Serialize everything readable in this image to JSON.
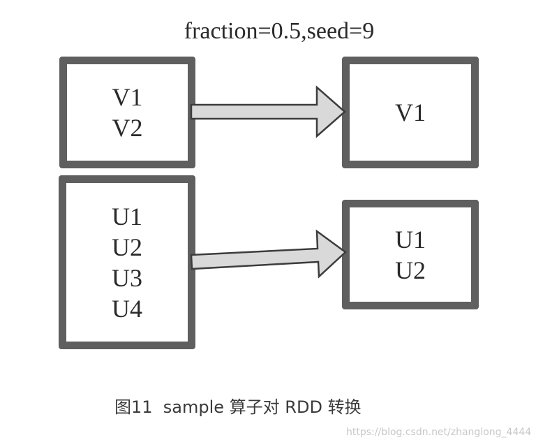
{
  "diagram": {
    "title": "fraction=0.5,seed=9",
    "top_row": {
      "source_items": [
        "V1",
        "V2"
      ],
      "result_items": [
        "V1"
      ]
    },
    "bottom_row": {
      "source_items": [
        "U1",
        "U2",
        "U3",
        "U4"
      ],
      "result_items": [
        "U1",
        "U2"
      ]
    }
  },
  "caption": "图11  sample 算子对 RDD 转换",
  "watermark": "https://blog.csdn.net/zhanglong_4444",
  "colors": {
    "box_border": "#5f5f5f",
    "arrow_fill": "#d9d9d9",
    "arrow_stroke": "#3c3c3c",
    "text": "#2a2a2a"
  }
}
